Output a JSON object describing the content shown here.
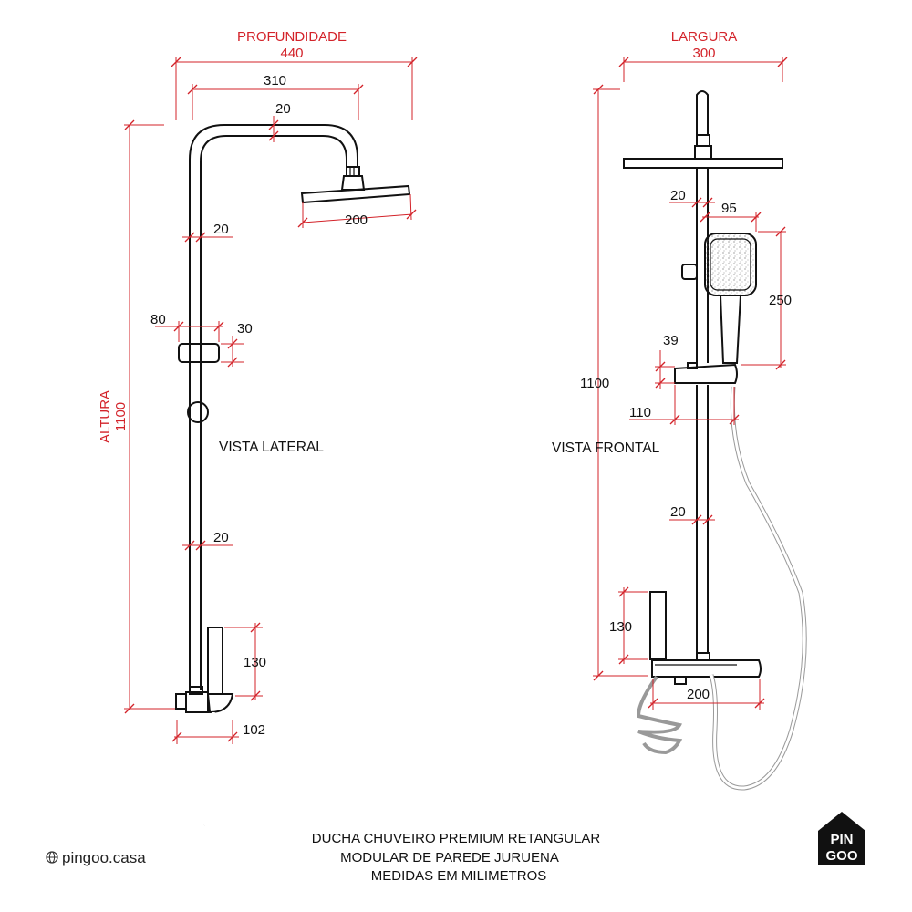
{
  "header": {
    "profundidade_label": "PROFUNDIDADE",
    "profundidade_value": "440",
    "largura_label": "LARGURA",
    "largura_value": "300",
    "altura_label": "ALTURA",
    "altura_value": "1100"
  },
  "side_view": {
    "title": "VISTA LATERAL",
    "dims": {
      "arm_depth": "310",
      "arm_tube": "20",
      "shower_head": "200",
      "pipe_upper": "20",
      "holder_width": "80",
      "holder_height": "30",
      "pipe_lower": "20",
      "tray_height": "130",
      "base_depth": "102"
    }
  },
  "front_view": {
    "title": "VISTA FRONTAL",
    "dims": {
      "height": "1100",
      "pipe_upper": "20",
      "hand_shower_width": "95",
      "hand_shower_height": "250",
      "holder_height": "39",
      "holder_width": "110",
      "pipe_lower": "20",
      "tray_height": "130",
      "tray_width": "200"
    }
  },
  "footer": {
    "title_line1": "DUCHA CHUVEIRO PREMIUM RETANGULAR",
    "title_line2": "MODULAR DE PAREDE JURUENA",
    "title_line3": "MEDIDAS EM MILIMETROS",
    "brand_url": "pingoo.casa",
    "logo_line1": "PIN",
    "logo_line2": "GOO"
  },
  "colors": {
    "dimension": "#d3232a",
    "line": "#111111",
    "background": "#ffffff"
  },
  "icons": {
    "brand": "globe-icon",
    "logo": "house-logo-icon"
  }
}
